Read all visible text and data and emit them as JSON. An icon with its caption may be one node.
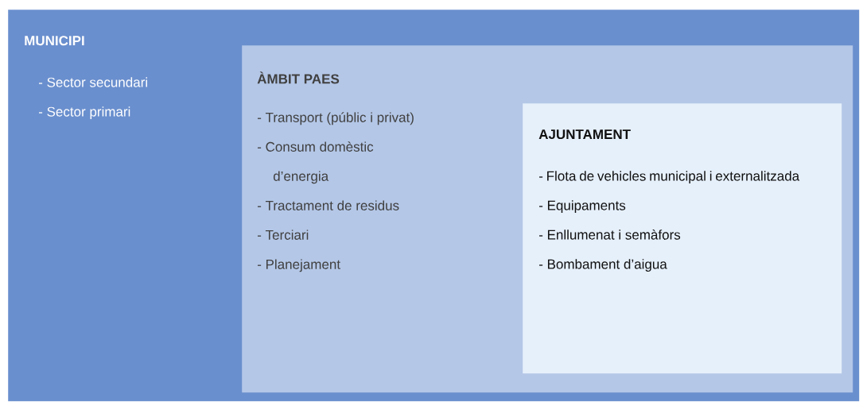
{
  "diagram": {
    "nodes": [
      {
        "text": [
          "MUNICIPI",
          "- Sector secundari",
          "- Sector primari"
        ]
      },
      {
        "text": [
          "ÀMBIT PAES",
          "- Transport (públic i privat)",
          "- Consum domèstic d’energia",
          "- Tractament de residus",
          "- Terciari",
          "- Planejament"
        ],
        "in": 0
      },
      {
        "text": [
          "AJUNTAMENT",
          "- Flota de vehicles municipal i externalitzada",
          "- Equipaments",
          "- Enllumenat i semàfors",
          "- Bombament d’aigua"
        ],
        "in": 1
      }
    ]
  }
}
